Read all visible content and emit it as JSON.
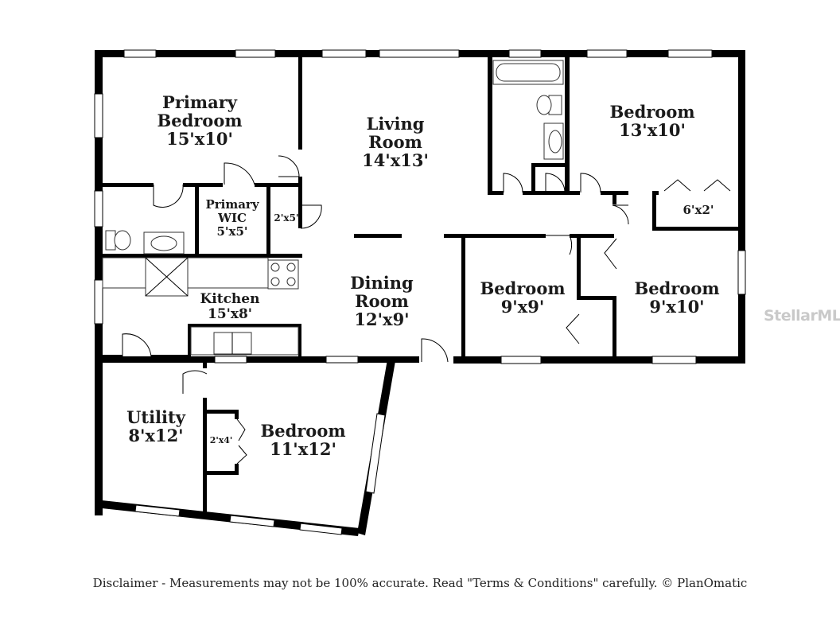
{
  "rooms": {
    "primary_bedroom": {
      "name_line1": "Primary",
      "name_line2": "Bedroom",
      "size": "15'x10'"
    },
    "living_room": {
      "name_line1": "Living",
      "name_line2": "Room",
      "size": "14'x13'"
    },
    "bedroom_ne": {
      "name": "Bedroom",
      "size": "13'x10'"
    },
    "closet_ne": {
      "size": "6'x2'"
    },
    "primary_wic": {
      "name_line1": "Primary",
      "name_line2": "WIC",
      "size": "5'x5'"
    },
    "closet_2x5": {
      "size": "2'x5'"
    },
    "kitchen": {
      "name": "Kitchen",
      "size": "15'x8'"
    },
    "dining_room": {
      "name_line1": "Dining",
      "name_line2": "Room",
      "size": "12'x9'"
    },
    "bedroom_mid": {
      "name": "Bedroom",
      "size": "9'x9'"
    },
    "bedroom_east": {
      "name": "Bedroom",
      "size": "9'x10'"
    },
    "utility": {
      "name": "Utility",
      "size": "8'x12'"
    },
    "closet_2x4": {
      "size": "2'x4'"
    },
    "bedroom_sw": {
      "name": "Bedroom",
      "size": "11'x12'"
    }
  },
  "watermark": "StellarMLS",
  "disclaimer": "Disclaimer - Measurements may not be 100% accurate. Read \"Terms & Conditions\" carefully. © PlanOmatic"
}
